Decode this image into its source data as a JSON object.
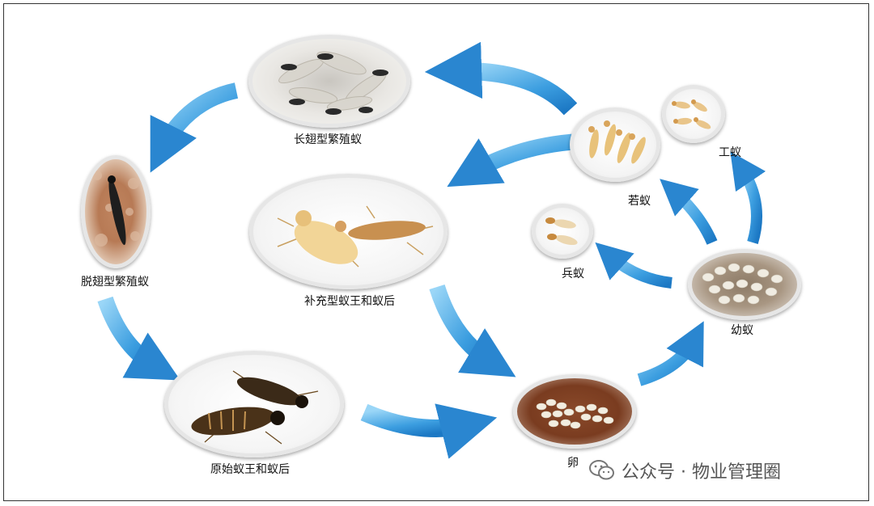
{
  "stages": {
    "winged_reproductive": "长翅型繁殖蚁",
    "dealate_reproductive": "脱翅型繁殖蚁",
    "supplementary_pair": "补充型蚁王和蚁后",
    "primary_pair": "原始蚁王和蚁后",
    "egg": "卵",
    "larva": "幼蚁",
    "nymph": "若蚁",
    "worker": "工蚁",
    "soldier": "兵蚁"
  },
  "watermark": {
    "text": "公众号 · 物业管理圈",
    "icon": "wechat-icon"
  },
  "colors": {
    "arrow_light": "#8fd0f5",
    "arrow_dark": "#1f7fc9",
    "oval_border": "#e6e6e6"
  }
}
